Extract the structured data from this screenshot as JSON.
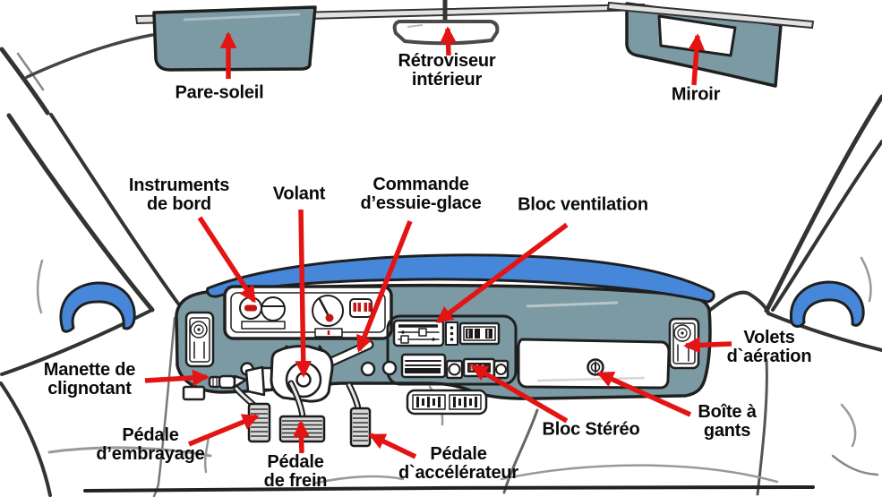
{
  "colors": {
    "background": "#ffffff",
    "arrow_red": "#e41414",
    "panel_teal": "#7b9aa3",
    "pad_blue": "#4787da",
    "gauge_red": "#c41414",
    "ink": "#1f1f1f",
    "label_color": "#0a0a0a"
  },
  "labels": {
    "pare_soleil": "Pare-soleil",
    "retroviseur_interieur": "Rétroviseur\nintérieur",
    "miroir": "Miroir",
    "instruments_de_bord": "Instruments\nde bord",
    "volant": "Volant",
    "commande_essuie_glace": "Commande\nd’essuie-glace",
    "bloc_ventilation": "Bloc ventilation",
    "volets_aeration": "Volets\nd`aération",
    "manette_clignotant": "Manette de\nclignotant",
    "pedale_embrayage": "Pédale\nd’embrayage",
    "pedale_frein": "Pédale\nde frein",
    "pedale_accelerateur": "Pédale\nd`accélérateur",
    "bloc_stereo": "Bloc Stéréo",
    "boite_a_gants": "Boîte à\ngants"
  }
}
